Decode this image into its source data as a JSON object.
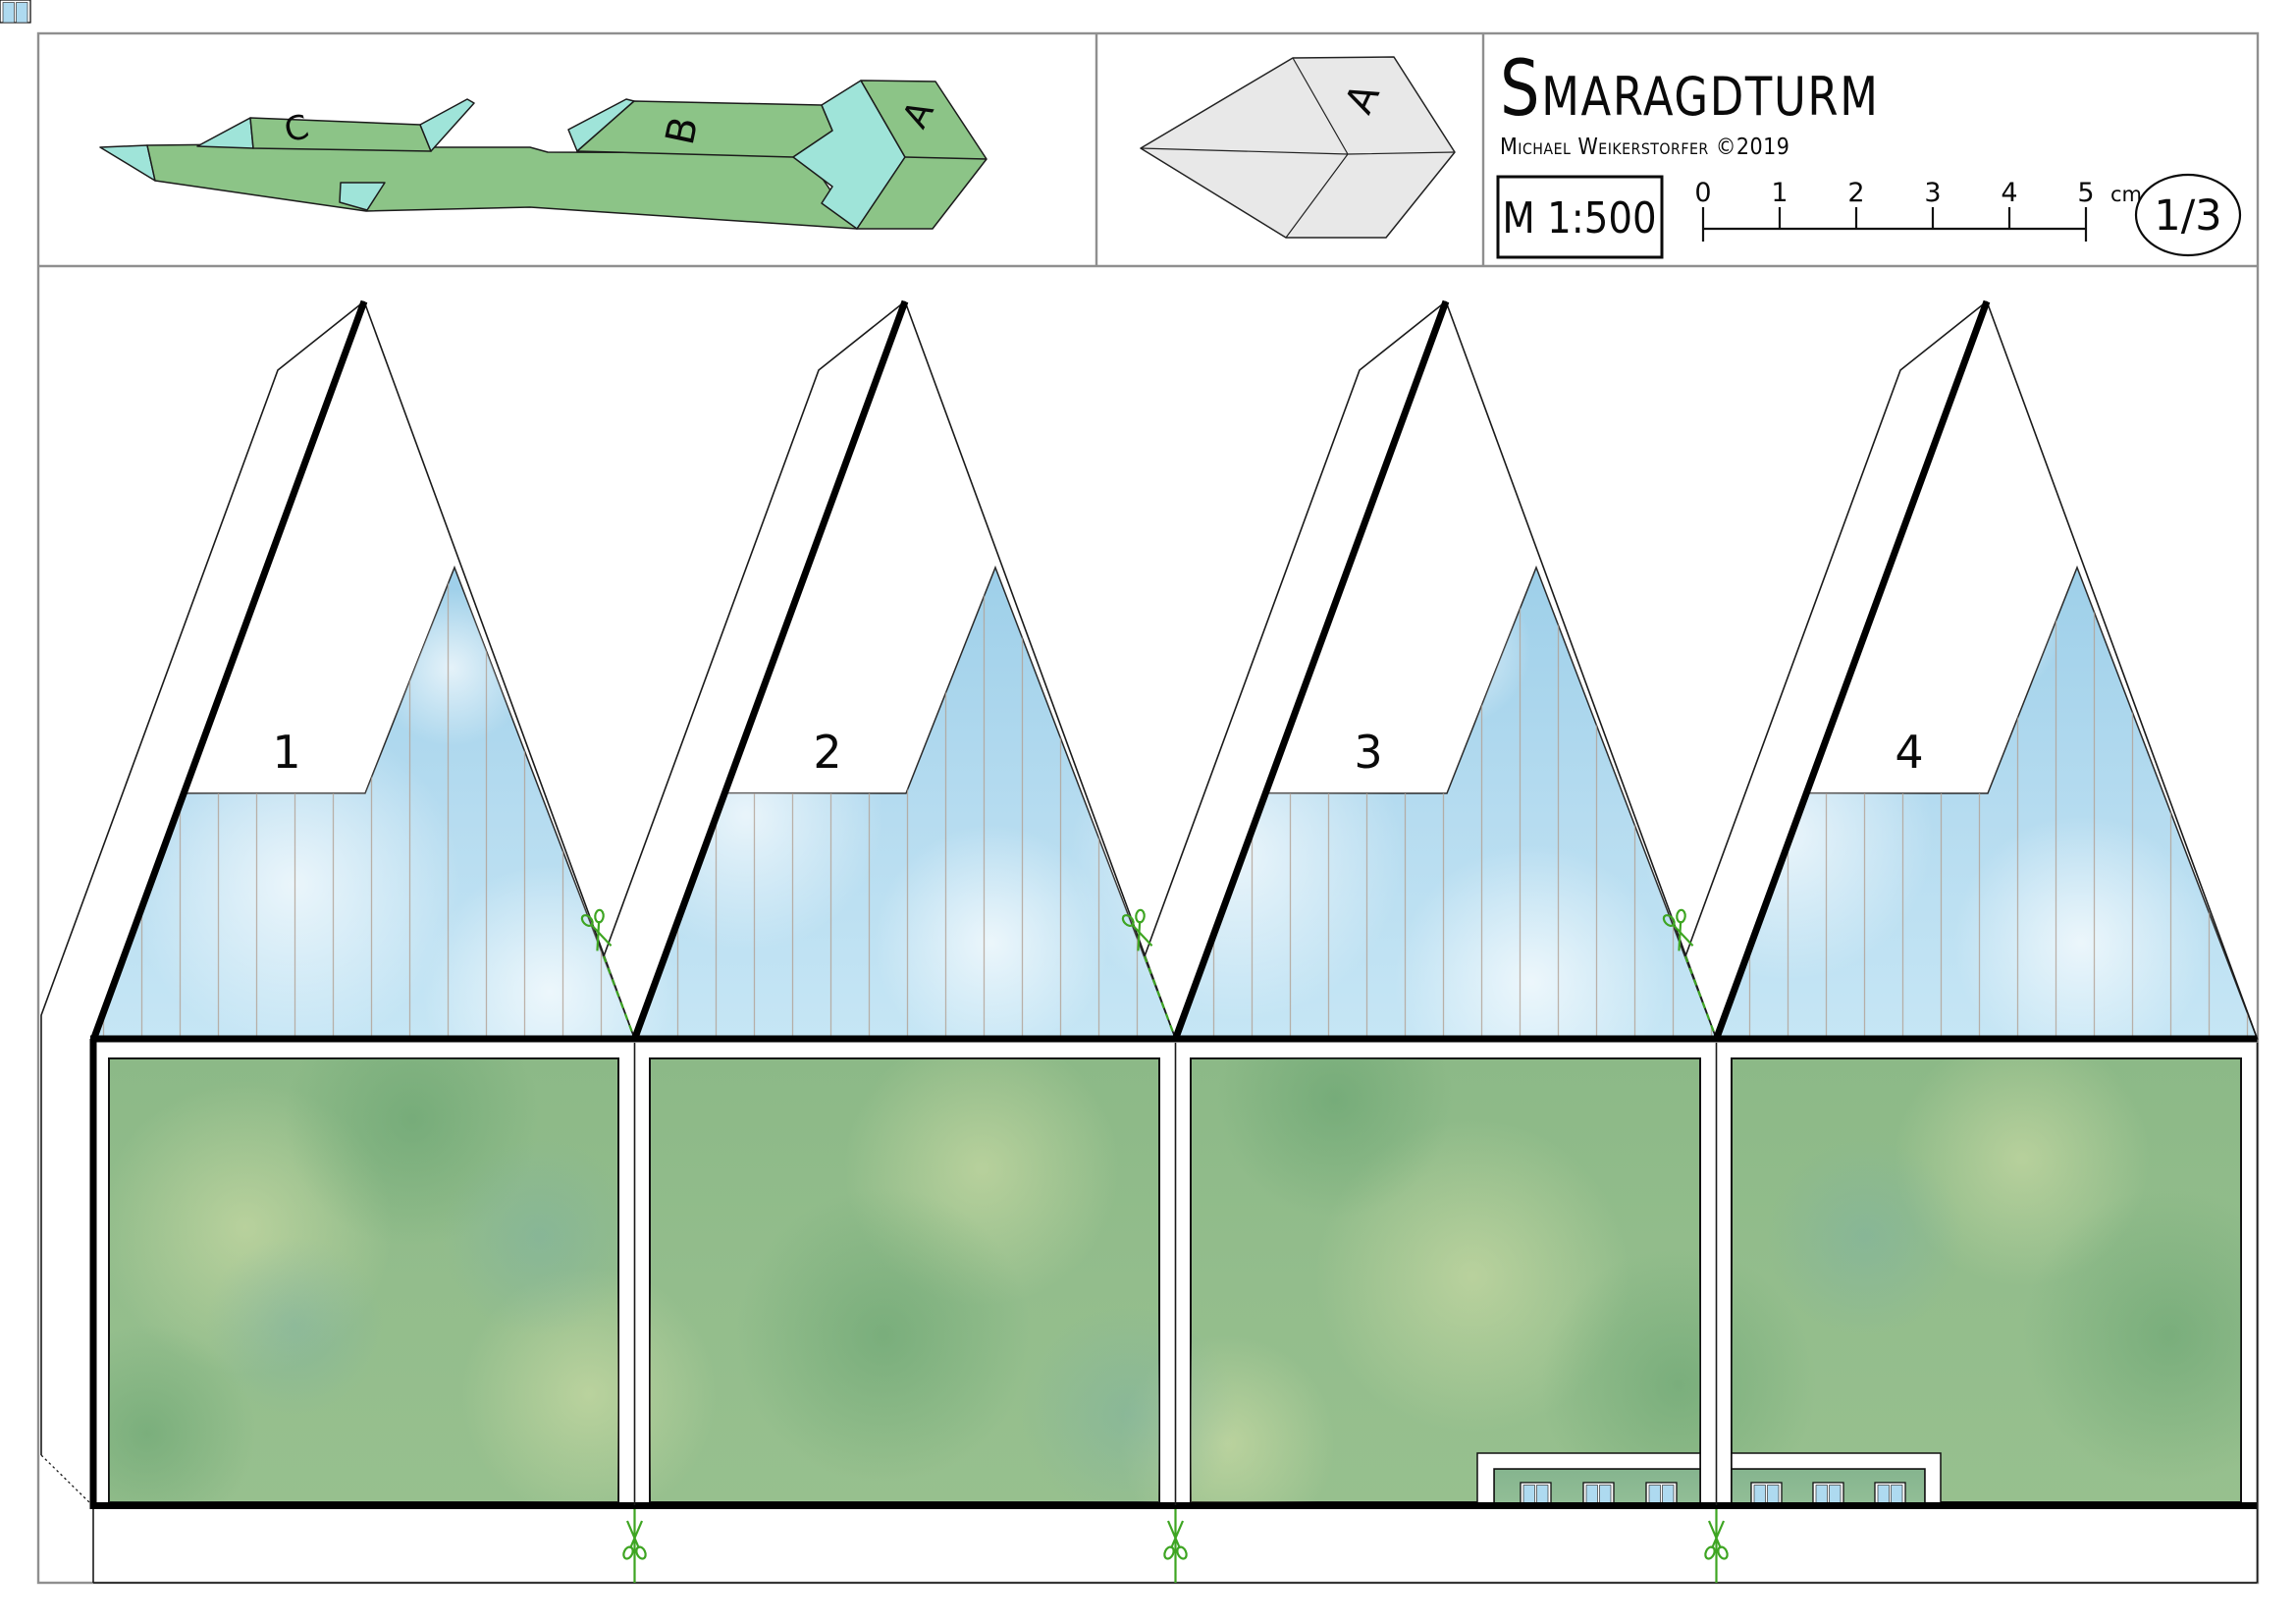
{
  "title_block": {
    "title": "Smaragdturm",
    "author": "Michael Weikerstorfer ©2019",
    "scale_label": "M 1:500",
    "page_indicator": "1/3",
    "ruler": {
      "tick_labels": [
        "0",
        "1",
        "2",
        "3",
        "4",
        "5"
      ],
      "unit": "cm"
    }
  },
  "preview": {
    "part_labels": {
      "a": "A",
      "b": "B",
      "c": "C"
    }
  },
  "part_diagram": {
    "label": "A"
  },
  "panels": [
    {
      "number": "1"
    },
    {
      "number": "2"
    },
    {
      "number": "3"
    },
    {
      "number": "4"
    }
  ],
  "colors": {
    "cut_mark_green": "#3ea522",
    "sky_paper": "#a9d6ee",
    "facade_paper_green": "#8ab984",
    "preview_green": "#8cc487",
    "preview_teal": "#9fe4d9"
  }
}
